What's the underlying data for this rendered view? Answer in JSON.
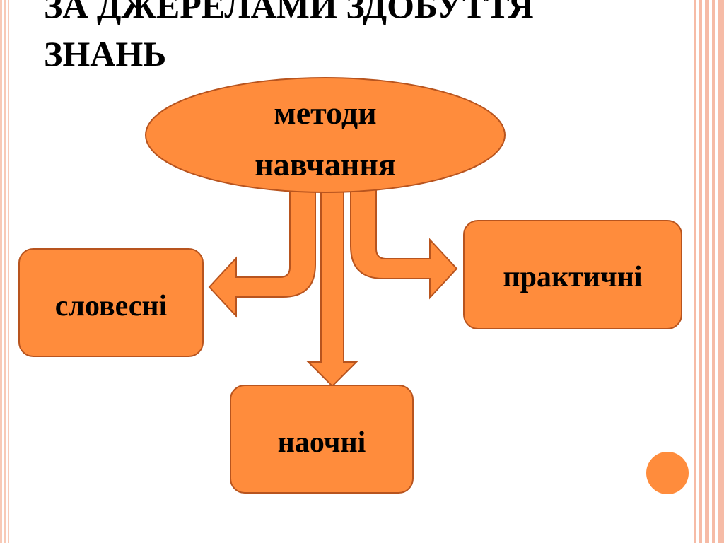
{
  "slide": {
    "title_line1": "ЗА ДЖЕРЕЛАМИ ЗДОБУТТЯ",
    "title_line2": "ЗНАНЬ"
  },
  "diagram": {
    "root": {
      "label_line1": "методи",
      "label_line2": "навчання"
    },
    "children": {
      "left": "словесні",
      "right": "практичні",
      "bottom": "наочні"
    }
  },
  "colors": {
    "node_fill": "#FF8C3C",
    "node_stroke": "#B8541E",
    "arrow_fill": "#FF8C3C",
    "frame_pink": "#F6BBA6",
    "accent_dot": "#FF8C3C"
  }
}
